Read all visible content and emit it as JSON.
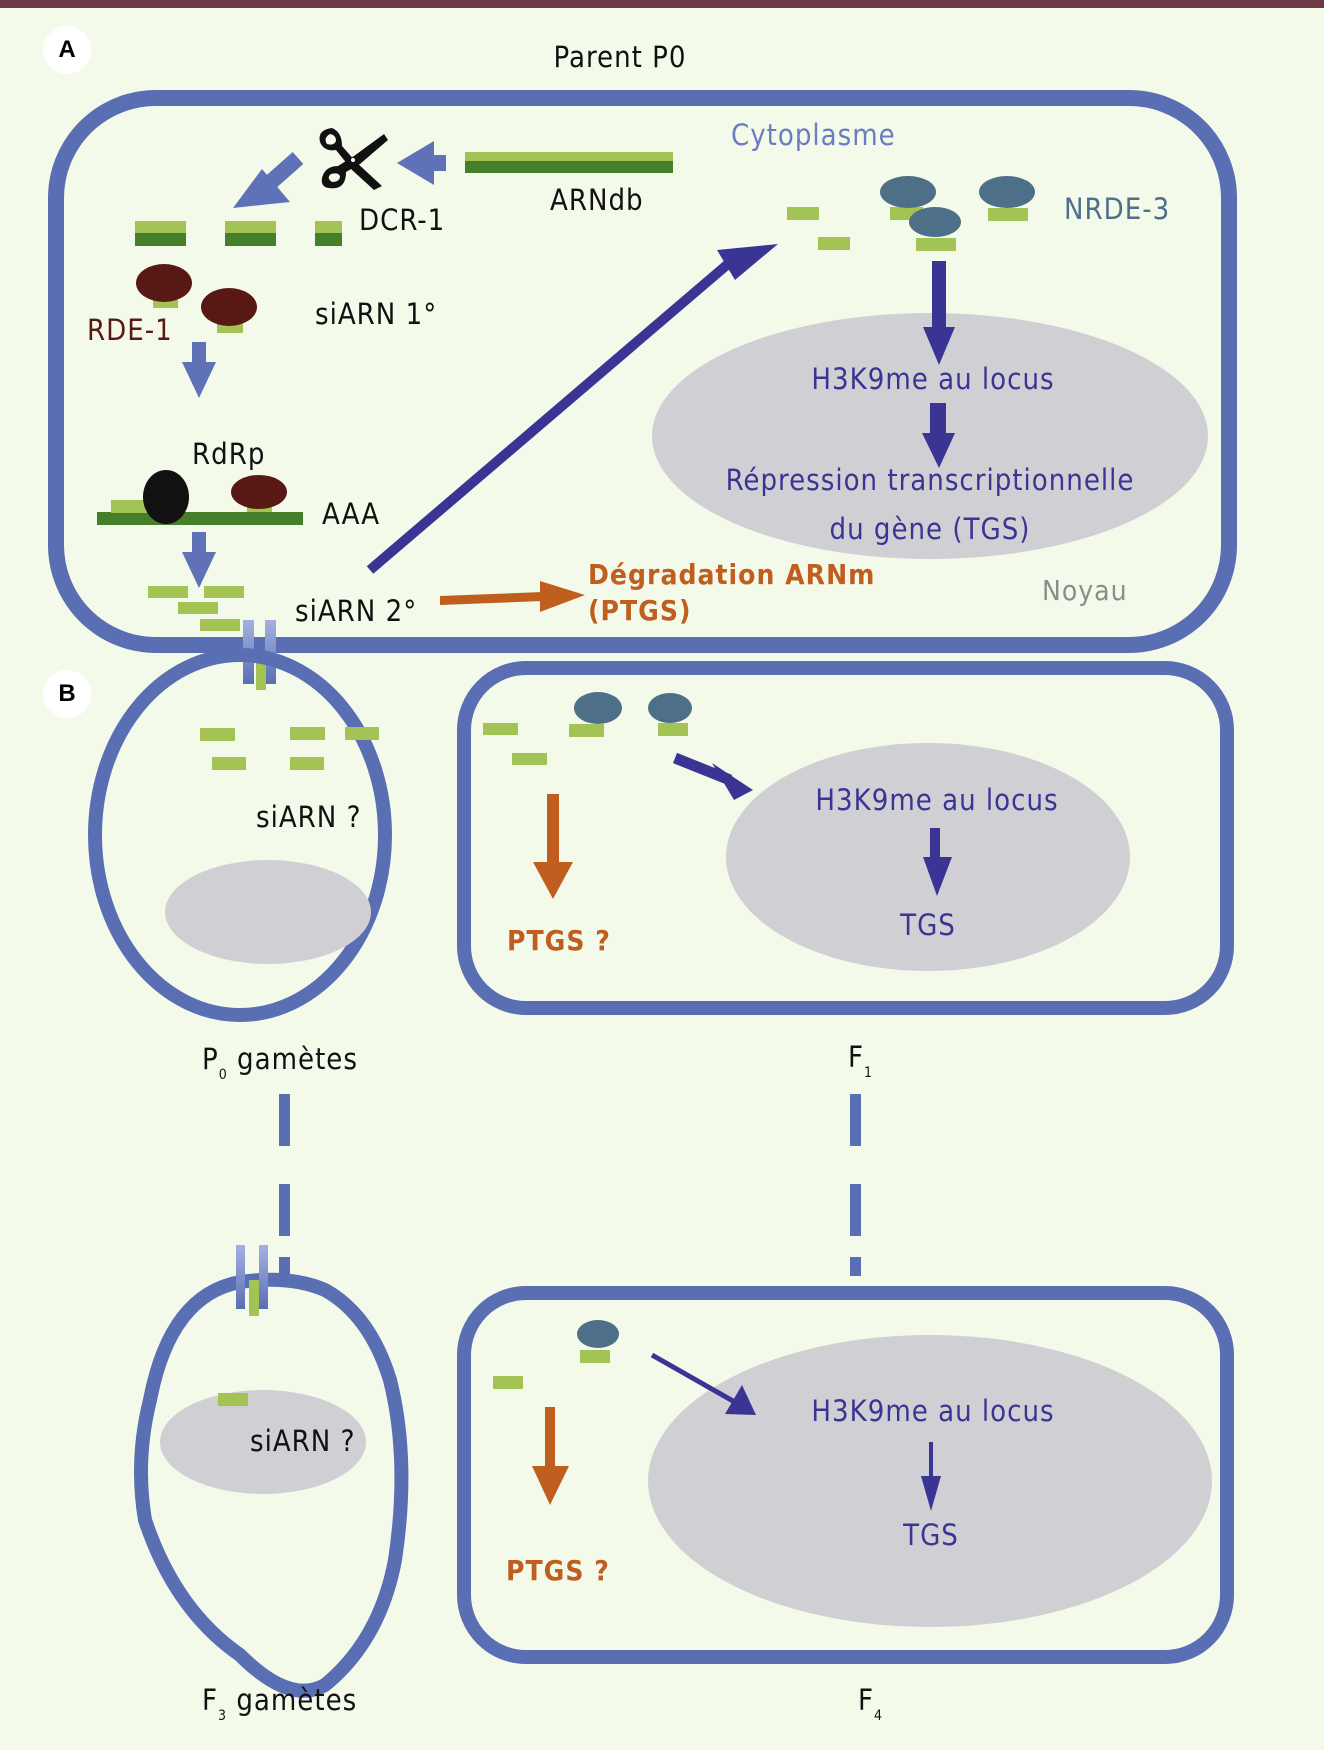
{
  "figure": {
    "panel_a_label": "A",
    "panel_b_label": "B",
    "parent_title": "Parent P0",
    "compartments": {
      "cytoplasme": "Cytoplasme",
      "noyau": "Noyau"
    },
    "proteins": {
      "dcr1": "DCR-1",
      "rde1": "RDE-1",
      "rdrp": "RdRp",
      "nrde3": "NRDE-3"
    },
    "molecules": {
      "arndb": "ARNdb",
      "siarn_primary": "siARN 1°",
      "siarn_secondary": "siARN 2°",
      "poly_a": "AAA",
      "siarn_unknown_1": "siARN ?",
      "siarn_unknown_2": "siARN ?"
    },
    "processes": {
      "h3k9me_a": "H3K9me au locus",
      "repression_line1": "Répression transcriptionnelle",
      "repression_line2": "du gène (TGS)",
      "degradation_line1": "Dégradation ARNm",
      "degradation_line2": "(PTGS)",
      "h3k9me_f1": "H3K9me au locus",
      "tgs_f1": "TGS",
      "ptgs_f1": "PTGS ?",
      "h3k9me_f4": "H3K9me au locus",
      "tgs_f4": "TGS",
      "ptgs_f4": "PTGS ?"
    },
    "generations": {
      "p0_gametes_base": "P",
      "p0_gametes_sub": "0",
      "p0_gametes_rest": " gamètes",
      "f1_base": "F",
      "f1_sub": "1",
      "f3_gametes_base": "F",
      "f3_gametes_sub": "3",
      "f3_gametes_rest": " gamètes",
      "f4_base": "F",
      "f4_sub": "4"
    },
    "colors": {
      "background": "#f3faea",
      "membrane": "#5a6eb4",
      "nucleus": "#d0d0d4",
      "sirna_light": "#a3c355",
      "sirna_dark": "#457f2a",
      "rde1": "#581915",
      "nrde3": "#4e6f88",
      "tgs_arrow": "#3a3594",
      "ptgs_arrow": "#c05e1f",
      "top_bar": "#6e3845"
    }
  }
}
